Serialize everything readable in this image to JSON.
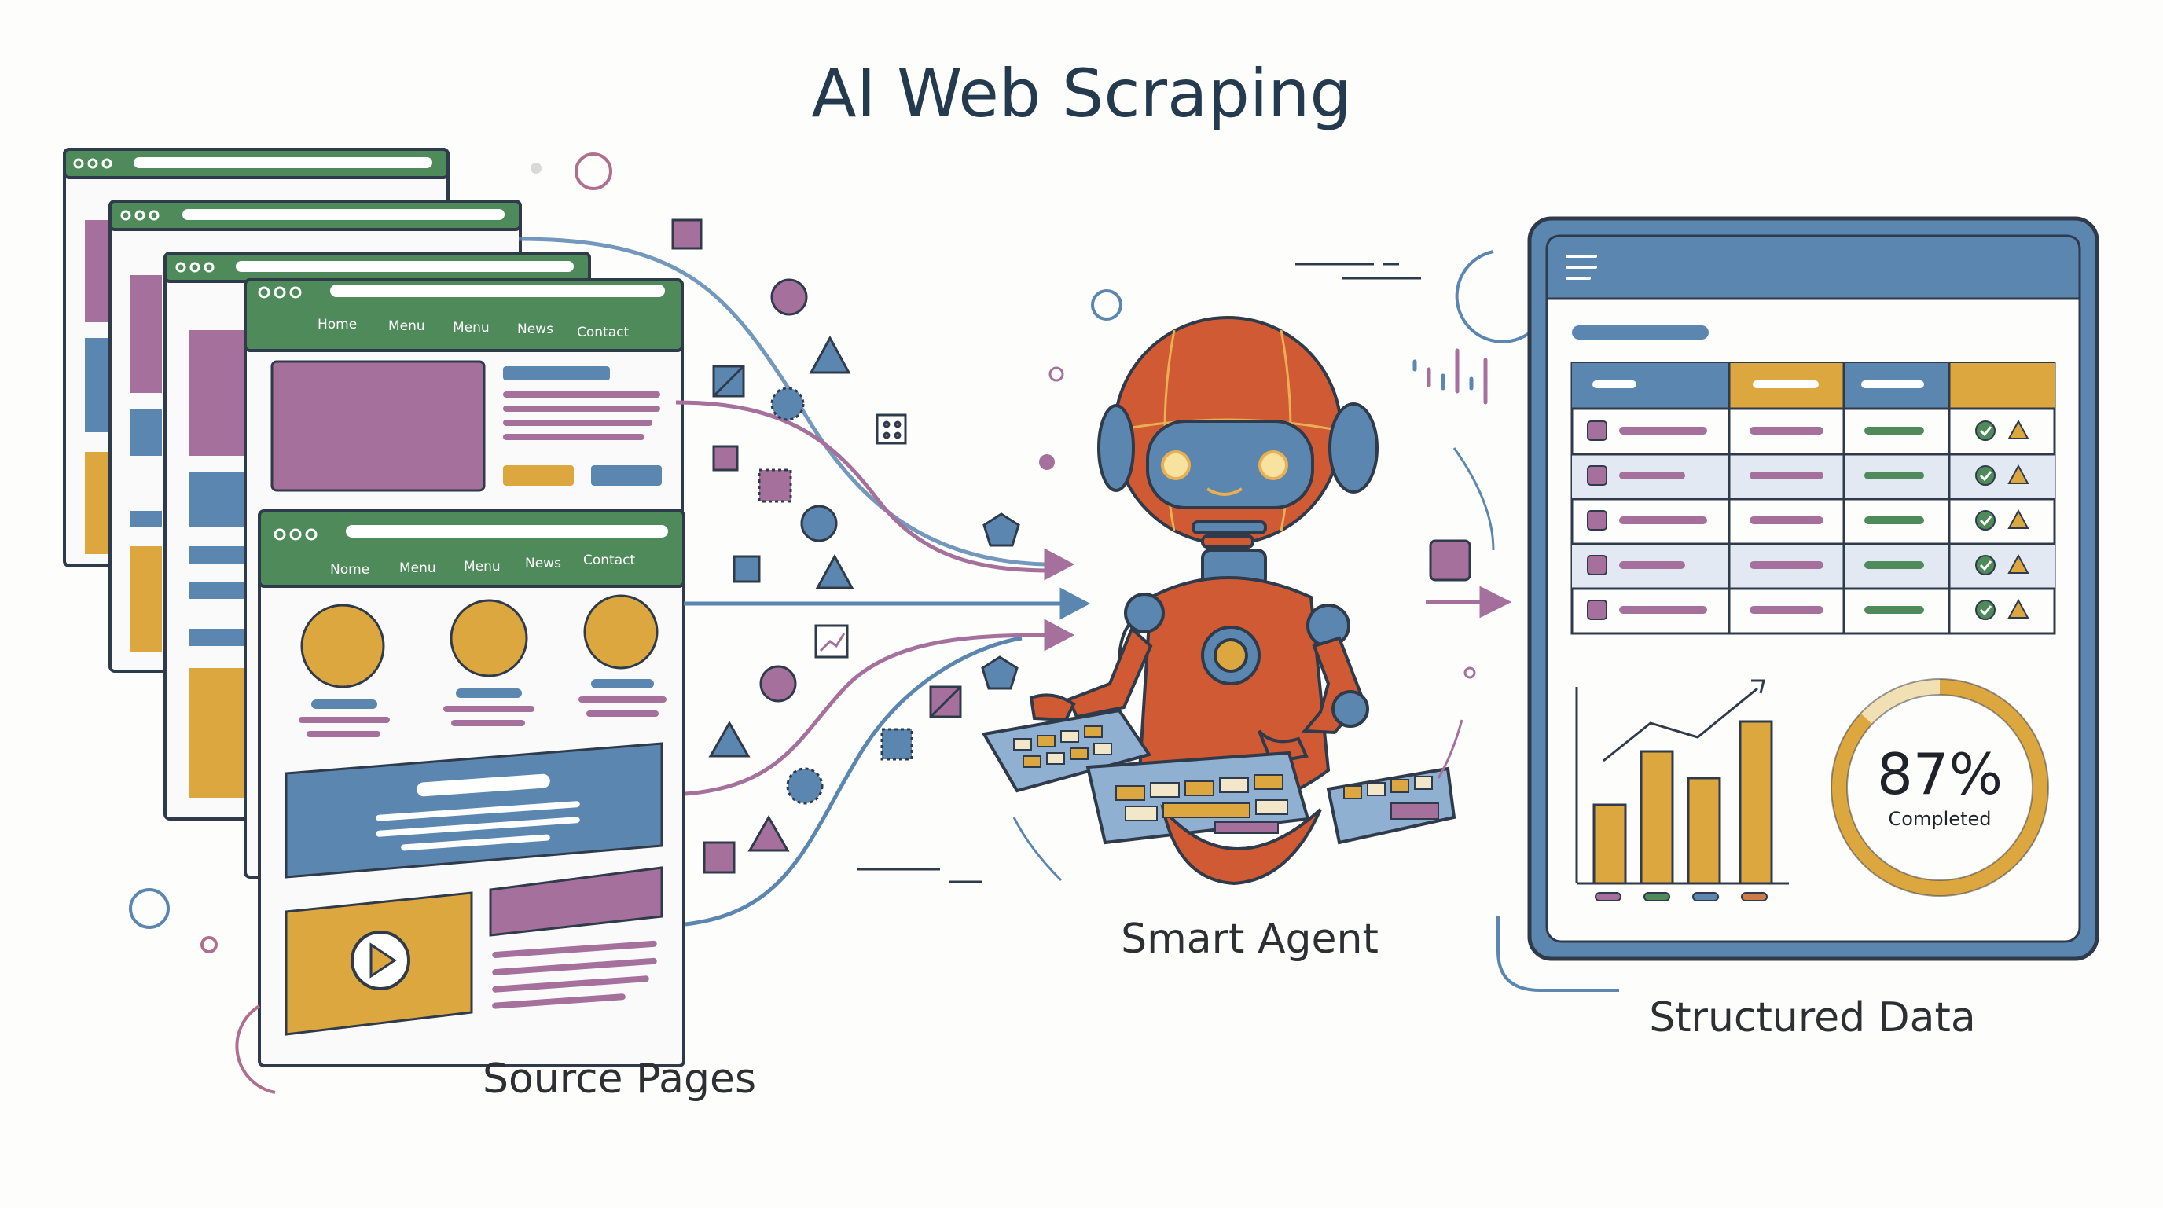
{
  "title": "AI Web Scraping",
  "labels": {
    "source": "Source Pages",
    "agent": "Smart Agent",
    "output": "Structured Data"
  },
  "nav": {
    "back": [
      "Home",
      "Menu",
      "Menu",
      "News",
      "Contact"
    ],
    "front": [
      "Nome",
      "Menu",
      "Menu",
      "News",
      "Contact"
    ]
  },
  "gauge": {
    "value": "87%",
    "caption": "Completed",
    "fraction": 0.87
  },
  "colors": {
    "green": "#4f8a5a",
    "purple": "#a5709c",
    "blue": "#5b86b0",
    "yellow": "#dba73e",
    "robot": "#cf5a33",
    "outline": "#2f3a4a"
  }
}
